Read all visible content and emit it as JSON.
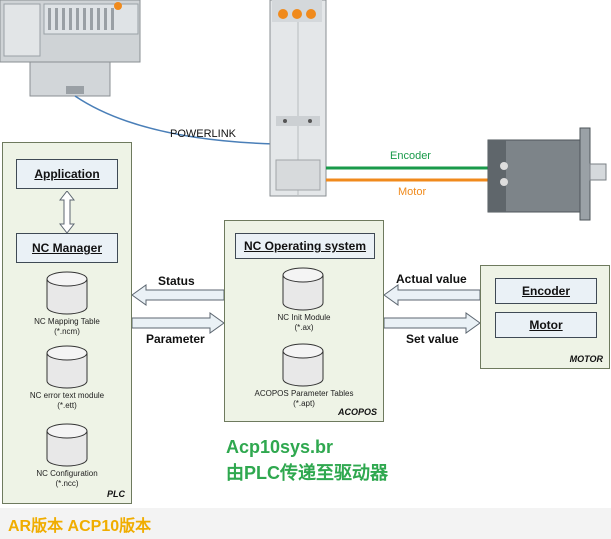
{
  "network": {
    "powerlink_label": "POWERLINK"
  },
  "wires": {
    "encoder_label": "Encoder",
    "motor_label": "Motor",
    "encoder_color": "#1a9a4a",
    "motor_color": "#f08a1c"
  },
  "plc": {
    "corner_label": "PLC",
    "application_label": "Application",
    "nc_manager_label": "NC Manager",
    "items": [
      {
        "line1": "NC Mapping Table",
        "line2": "(*.ncm)"
      },
      {
        "line1": "NC error text module",
        "line2": "(*.ett)"
      },
      {
        "line1": "NC Configuration",
        "line2": "(*.ncc)"
      }
    ]
  },
  "acopos": {
    "corner_label": "ACOPOS",
    "os_label": "NC Operating system",
    "items": [
      {
        "line1": "NC Init Module",
        "line2": "(*.ax)"
      },
      {
        "line1": "ACOPOS Parameter Tables",
        "line2": "(*.apt)"
      }
    ]
  },
  "motor_panel": {
    "corner_label": "MOTOR",
    "encoder_label": "Encoder",
    "motor_label": "Motor"
  },
  "arrows": {
    "status": "Status",
    "parameter": "Parameter",
    "actual_value": "Actual value",
    "set_value": "Set value"
  },
  "notes": {
    "line1": "Acp10sys.br",
    "line2": "由PLC传递至驱动器"
  },
  "footer": {
    "text": "AR版本 ACP10版本"
  }
}
